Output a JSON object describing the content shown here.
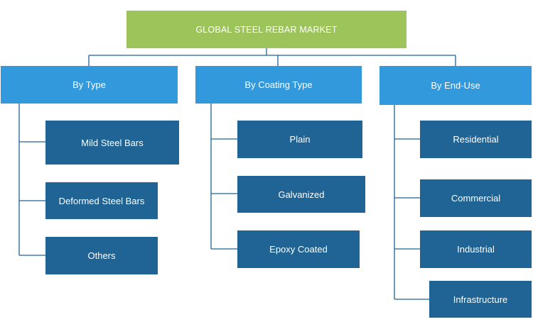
{
  "colors": {
    "root_fill": "#9DC45A",
    "category_fill": "#3399DD",
    "leaf_fill": "#1F6494",
    "connector": "#1F6494",
    "text": "#FFFFFF"
  },
  "root": {
    "label": "GLOBAL STEEL REBAR MARKET"
  },
  "categories": [
    {
      "label": "By Type",
      "items": [
        "Mild Steel Bars",
        "Deformed Steel Bars",
        "Others"
      ]
    },
    {
      "label": "By Coating Type",
      "items": [
        "Plain",
        "Galvanized",
        "Epoxy Coated"
      ]
    },
    {
      "label": "By End-Use",
      "items": [
        "Residential",
        "Commercial",
        "Industrial",
        "Infrastructure"
      ]
    }
  ]
}
